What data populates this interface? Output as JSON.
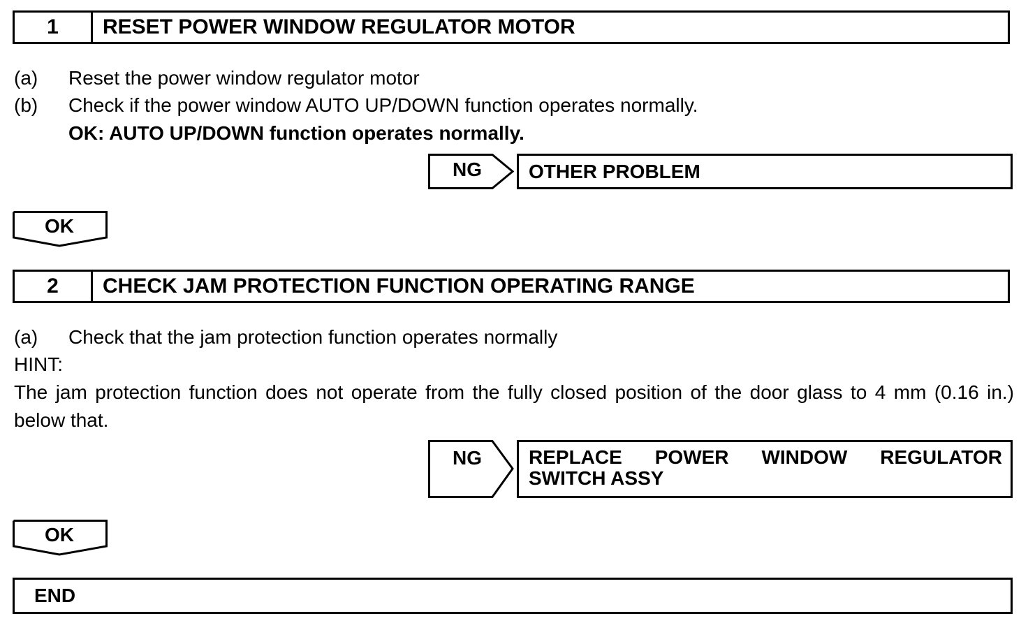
{
  "step1": {
    "number": "1",
    "title": "RESET POWER WINDOW REGULATOR MOTOR",
    "items": [
      {
        "marker": "(a)",
        "text": "Reset the power window regulator motor"
      },
      {
        "marker": "(b)",
        "text": "Check if the power window AUTO UP/DOWN function operates normally."
      }
    ],
    "ok_condition": "OK: AUTO UP/DOWN function operates normally.",
    "ng_label": "NG",
    "ng_result": "OTHER PROBLEM",
    "ok_label": "OK"
  },
  "step2": {
    "number": "2",
    "title": "CHECK JAM PROTECTION FUNCTION OPERATING RANGE",
    "items": [
      {
        "marker": "(a)",
        "text": "Check that the jam protection function operates normally"
      }
    ],
    "hint_label": "HINT:",
    "hint_text": "The jam protection function does not operate from the fully closed position of the door glass to 4 mm (0.16 in.) below that.",
    "ng_label": "NG",
    "ng_result_line1": "REPLACE POWER WINDOW REGULATOR",
    "ng_result_line2": "SWITCH ASSY",
    "ok_label": "OK"
  },
  "end_label": "END"
}
